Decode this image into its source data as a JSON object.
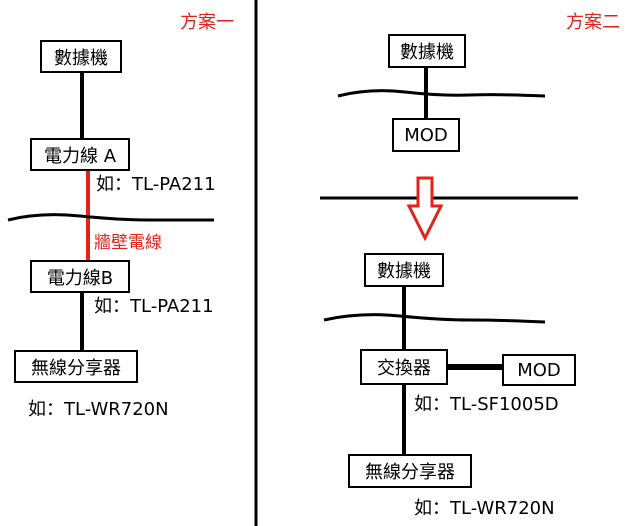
{
  "plan1": {
    "title": "方案一",
    "modem": "數據機",
    "powerline_a": "電力線 A",
    "model_a": "如：TL-PA211",
    "wall_wire": "牆壁電線",
    "powerline_b": "電力線B",
    "model_b": "如：TL-PA211",
    "router": "無線分享器",
    "router_model": "如：TL-WR720N"
  },
  "plan2": {
    "title": "方案二",
    "modem_top": "數據機",
    "mod_top": "MOD",
    "modem_bottom": "數據機",
    "switch": "交換器",
    "mod_right": "MOD",
    "switch_model": "如：TL-SF1005D",
    "router": "無線分享器",
    "router_model": "如：TL-WR720N"
  },
  "colors": {
    "line": "#000000",
    "accent": "#e2231a"
  }
}
